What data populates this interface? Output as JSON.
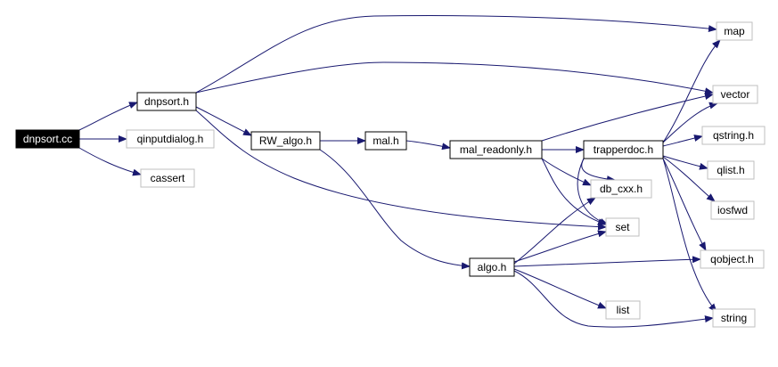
{
  "colors": {
    "edge": "#191970",
    "root_fill": "#000000",
    "root_text": "#ffffff",
    "node_border": "#000000",
    "system_border": "#bfbfbf",
    "node_fill": "#ffffff",
    "node_text": "#000000"
  },
  "nodes": {
    "dnpsort_cc": "dnpsort.cc",
    "dnpsort_h": "dnpsort.h",
    "qinputdialog_h": "qinputdialog.h",
    "cassert": "cassert",
    "rw_algo_h": "RW_algo.h",
    "mal_h": "mal.h",
    "mal_readonly_h": "mal_readonly.h",
    "trapperdoc_h": "trapperdoc.h",
    "algo_h": "algo.h",
    "map": "map",
    "vector": "vector",
    "qstring_h": "qstring.h",
    "qlist_h": "qlist.h",
    "iosfwd": "iosfwd",
    "qobject_h": "qobject.h",
    "string": "string",
    "db_cxx_h": "db_cxx.h",
    "set": "set",
    "list": "list"
  }
}
